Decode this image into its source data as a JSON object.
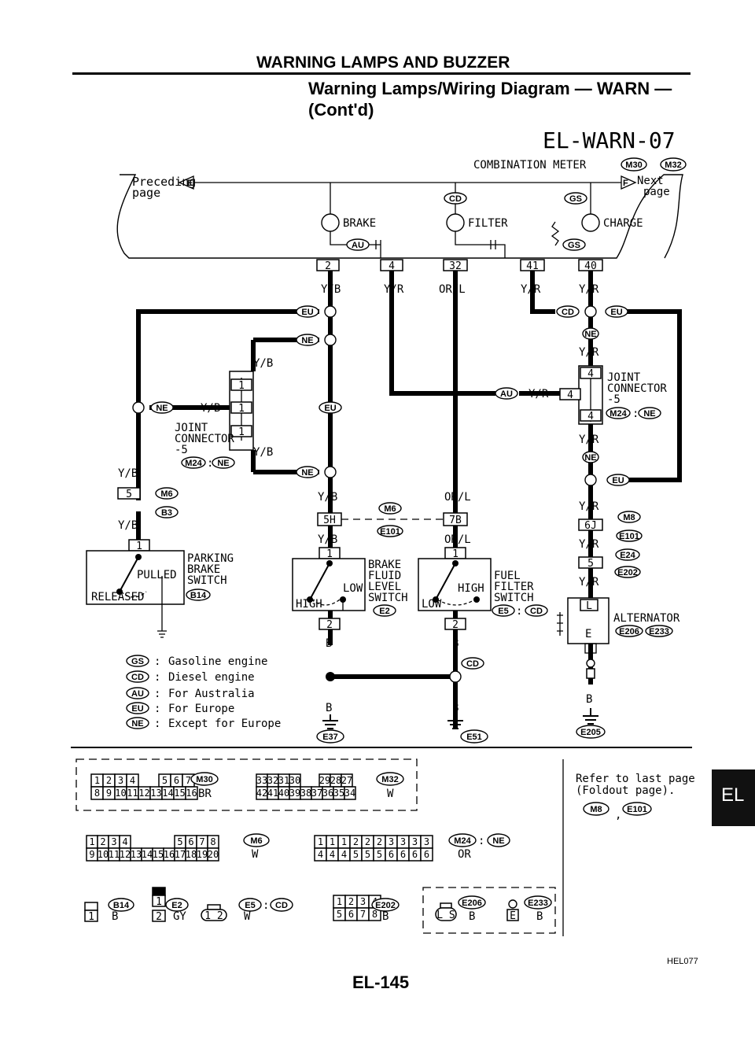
{
  "header": {
    "section_title": "WARNING LAMPS AND BUZZER",
    "subtitle_line1": "Warning Lamps/Wiring Diagram — WARN —",
    "subtitle_line2": "(Cont'd)",
    "diagram_code": "EL-WARN-07"
  },
  "meter": {
    "label": "COMBINATION METER",
    "connectors": [
      "M30",
      "M32"
    ],
    "preceding_page": "Preceding page",
    "next_page": "Next page",
    "preceding_tag": "E",
    "next_tag": "F",
    "lamps": [
      "BRAKE",
      "FILTER",
      "CHARGE"
    ],
    "terminals": [
      "2",
      "4",
      "32",
      "41",
      "40"
    ],
    "terminal_wires": [
      "Y/B",
      "Y/R",
      "OR/L",
      "Y/R",
      "Y/R"
    ]
  },
  "codes": {
    "gs": "GS",
    "cd": "CD",
    "au": "AU",
    "eu": "EU",
    "ne": "NE"
  },
  "joint_connector_left": {
    "label_lines": [
      "JOINT",
      "CONNECTOR",
      "-5"
    ],
    "ref": "M24",
    "ref_code": "NE",
    "pins": [
      "1",
      "1",
      "1"
    ],
    "wires": [
      "Y/B",
      "Y/B",
      "Y/B"
    ]
  },
  "joint_connector_right": {
    "label_lines": [
      "JOINT",
      "CONNECTOR",
      "-5"
    ],
    "ref": "M24",
    "ref_code": "NE",
    "pins": [
      "4",
      "4",
      "4"
    ],
    "wires": [
      "Y/R",
      "Y/R",
      "Y/R"
    ]
  },
  "parking_brake": {
    "label_lines": [
      "PARKING",
      "BRAKE",
      "SWITCH"
    ],
    "ref": "B14",
    "state_pulled": "PULLED",
    "state_released": "RELEASED",
    "pin_top": "5",
    "pin_switch": "1",
    "wire_top": "Y/B",
    "wire_bottom": "Y/B",
    "connectors": [
      "M6",
      "B3"
    ]
  },
  "brake_fluid": {
    "label_lines": [
      "BRAKE",
      "FLUID",
      "LEVEL",
      "SWITCH"
    ],
    "ref": "E2",
    "low": "LOW",
    "high": "HIGH",
    "pin_joint": "5H",
    "pin_top": "1",
    "pin_bottom": "2",
    "wire_in": "Y/B",
    "wire_mid": "Y/B",
    "wire_out": "B"
  },
  "fuel_filter": {
    "label_lines": [
      "FUEL",
      "FILTER",
      "SWITCH"
    ],
    "ref": "E5",
    "ref_code": "CD",
    "low": "LOW",
    "high": "HIGH",
    "pin_joint": "7B",
    "pin_top": "1",
    "pin_bottom": "2",
    "wire_in": "OR/L",
    "wire_mid": "OR/L",
    "wire_out": "B"
  },
  "harness_joint": {
    "connectors": [
      "M6",
      "E101"
    ]
  },
  "alternator": {
    "label": "ALTERNATOR",
    "refs": [
      "E206",
      "E233"
    ],
    "terminal_l": "L",
    "terminal_e": "E",
    "pins": [
      "6J",
      "5"
    ],
    "wires": [
      "Y/R",
      "Y/R",
      "Y/R",
      "B"
    ],
    "connector_pairs": [
      [
        "M8",
        "E101"
      ],
      [
        "E24",
        "E202"
      ]
    ]
  },
  "grounds": [
    "E37",
    "E51",
    "E205"
  ],
  "au_wire": "Y/R",
  "legend": [
    {
      "code": "GS",
      "text": "Gasoline engine"
    },
    {
      "code": "CD",
      "text": "Diesel engine"
    },
    {
      "code": "AU",
      "text": "For Australia"
    },
    {
      "code": "EU",
      "text": "For Europe"
    },
    {
      "code": "NE",
      "text": "Except for Europe"
    }
  ],
  "connector_views": {
    "m30": {
      "ref": "M30",
      "color": "BR",
      "row1": [
        "1",
        "2",
        "3",
        "4",
        "5",
        "6",
        "7"
      ],
      "row2": [
        "8",
        "9",
        "10",
        "11",
        "12",
        "13",
        "14",
        "15",
        "16"
      ]
    },
    "m32": {
      "ref": "M32",
      "color": "W",
      "row1": [
        "33",
        "32",
        "31",
        "30",
        "29",
        "28",
        "27"
      ],
      "row2": [
        "42",
        "41",
        "40",
        "39",
        "38",
        "37",
        "36",
        "35",
        "34"
      ]
    },
    "m6": {
      "ref": "M6",
      "color": "W",
      "row1": [
        "1",
        "2",
        "3",
        "4",
        "5",
        "6",
        "7",
        "8"
      ],
      "row2": [
        "9",
        "10",
        "11",
        "12",
        "13",
        "14",
        "15",
        "16",
        "17",
        "18",
        "19",
        "20"
      ]
    },
    "m24": {
      "ref": "M24",
      "ref_code": "NE",
      "color": "OR",
      "row1": [
        "1",
        "1",
        "1",
        "2",
        "2",
        "2",
        "3",
        "3",
        "3",
        "3"
      ],
      "row2": [
        "4",
        "4",
        "4",
        "5",
        "5",
        "5",
        "6",
        "6",
        "6",
        "6"
      ]
    },
    "b14": {
      "ref": "B14",
      "color": "B",
      "pin": "1"
    },
    "e2": {
      "ref": "E2",
      "color": "GY",
      "pins": [
        "1",
        "2"
      ]
    },
    "e5": {
      "ref": "E5",
      "ref_code": "CD",
      "color": "W",
      "pins": [
        "1",
        "2"
      ]
    },
    "e202": {
      "ref": "E202",
      "color": "B",
      "row1": [
        "1",
        "2",
        "3",
        "4"
      ],
      "row2": [
        "5",
        "6",
        "7",
        "8"
      ]
    },
    "e206": {
      "ref": "E206",
      "color": "B",
      "pins": "L S"
    },
    "e233": {
      "ref": "E233",
      "color": "B",
      "pin": "E"
    }
  },
  "refer_note": {
    "line1": "Refer to last page",
    "line2": "(Foldout page).",
    "refs": [
      "M8",
      "E101"
    ]
  },
  "footer": {
    "page_number": "EL-145",
    "image_code": "HEL077",
    "section_tab": "EL"
  }
}
